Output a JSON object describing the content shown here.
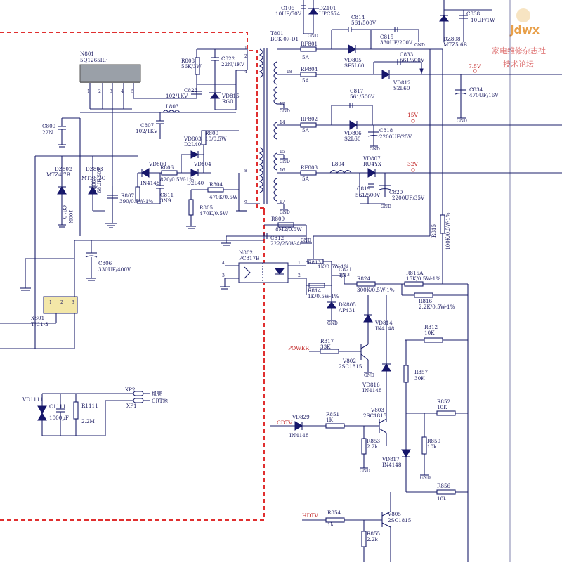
{
  "watermark": {
    "logo_text": "jdwx",
    "line1": "家电维修杂志社",
    "line2": "技术论坛"
  },
  "colors": {
    "wire": "#1b1f6b",
    "isolation": "#e02f2f",
    "net_label": "#c02020"
  },
  "ic": {
    "ref": "N801",
    "part": "5Q1265RF",
    "pins": [
      "1",
      "2",
      "3",
      "4",
      "5"
    ]
  },
  "transformer": {
    "ref": "T801",
    "part": "BCK-07-D1",
    "pins": [
      "1",
      "2",
      "4",
      "8",
      "9",
      "18",
      "12",
      "14",
      "15",
      "16",
      "17"
    ]
  },
  "top": {
    "c106": "C106",
    "c106_val": "10UF/50V",
    "dz101": "DZ101",
    "dz101_val": "UPC574",
    "c814": "C814",
    "c814_val": "561/500V",
    "c815": "C815",
    "c815_val": "330UF/200V",
    "c838": "C838",
    "c838_val": "10UF/1W",
    "dz808": "DZ808",
    "dz808_val": "MTZ5.6B"
  },
  "primary": {
    "r808": "R808",
    "r808_val": "56K/3W",
    "c822": "C822",
    "c822_val": "22N/1KV",
    "c823": "C823",
    "c823_val": "102/1KV",
    "vd815": "VD815",
    "vd815_val": "RG0",
    "l803": "L803",
    "c807": "C807",
    "c807_val": "102/1KV",
    "c809": "C809",
    "c809_val": "22N",
    "r800": "R800",
    "r800_val": "10/0.5W",
    "vd803": "VD803",
    "vd803_val": "D2L40",
    "vd800": "VD800",
    "vd800_val": "IN4148",
    "r806": "R806",
    "r806_val": "820/0.5W-1%",
    "vd804": "VD804",
    "vd804_val": "D2L40",
    "dz802": "DZ802",
    "dz802_val": "MTZ4.7B",
    "dz803": "DZ803",
    "dz803_val": "MTZ8.2C",
    "c808": "C808",
    "c808_val": "68UF/50V",
    "r807": "R807",
    "r807_val": "390/0.5W-1%",
    "c811": "C811",
    "c811_val": "3N9",
    "c810": "C810",
    "c810_val": "100N",
    "r804": "R804",
    "r804_val": "470K/0.5W",
    "r805": "R805",
    "r805_val": "470K/0.5W",
    "r809": "R809",
    "r809_val": "8M2/0.5W",
    "c812": "C812",
    "c812_val": "222/250V-AC",
    "c806": "C806",
    "c806_val": "330UF/400V",
    "xs01": "XS01",
    "xs01_val": "TJC1-3",
    "xs01_pins": [
      "1",
      "2",
      "3"
    ]
  },
  "secondary": {
    "rf801": "RF801",
    "rf801_val": "5A",
    "vd805": "VD805",
    "vd805_val": "SF5L60",
    "c833": "C833",
    "c833_val": "561/500V",
    "rf804": "RF804",
    "rf804_val": "5A",
    "vd812": "VD812",
    "vd812_val": "S2L60",
    "v7_5": "7.5V",
    "c834": "C834",
    "c834_val": "470UF/16V",
    "c817": "C817",
    "c817_val": "561/500V",
    "rf802": "RF802",
    "rf802_val": "5A",
    "vd806": "VD806",
    "vd806_val": "S2L60",
    "c818": "C818",
    "c818_val": "2200UF/25V",
    "v15": "15V",
    "vd807": "VD807",
    "vd807_val": "RU4YX",
    "rf803": "RF803",
    "rf803_val": "5A",
    "l804": "L804",
    "v32": "32V",
    "c819": "C819",
    "c819_val": "561/500V",
    "c820": "C820",
    "c820_val": "2200UF/35V",
    "r815": "R815",
    "r815_val": "100K/0.5W-1%"
  },
  "feedback": {
    "n802": "N802",
    "n802_val": "PC817B",
    "r813": "R813",
    "r813_val": "1K/0.5W-1%",
    "r814": "R814",
    "r814_val": "1K/0.5W-1%",
    "c821": "C821",
    "c821_val": "1N",
    "r824": "R824",
    "r824_val": "300K/0.5W-1%",
    "r815a": "R815A",
    "r815a_val": "15K/0.5W-1%",
    "r816": "R816",
    "r816_val": "2.2K/0.5W-1%",
    "dk805": "DK805",
    "dk805_val": "AP431",
    "vd814": "VD814",
    "vd814_val": "IN4148",
    "r812": "R812",
    "r812_val": "10K",
    "power": "POWER",
    "r817": "R817",
    "r817_val": "33K",
    "v802": "V802",
    "v802_val": "2SC1815",
    "vd816": "VD816",
    "vd816_val": "IN4148",
    "r857": "R857",
    "r857_val": "30K",
    "cdtv": "CDTV",
    "vd829": "VD829",
    "vd829_val": "IN4148",
    "r851": "R851",
    "r851_val": "1K",
    "v803": "V803",
    "v803_val": "2SC1815",
    "r852": "R852",
    "r852_val": "10K",
    "r853": "R853",
    "r853_val": "2.2k",
    "r850": "R850",
    "r850_val": "10k",
    "vd817": "VD817",
    "vd817_val": "IN4148",
    "r856": "R856",
    "r856_val": "10k",
    "hdtv": "HDTV",
    "r854": "R854",
    "r854_val": "1k",
    "v805": "V805",
    "v805_val": "2SC1815",
    "r855": "R855",
    "r855_val": "2.2k"
  },
  "chassis": {
    "vd1111": "VD1111",
    "c1111": "C1111",
    "c1111_val": "1000pF",
    "r1111": "R1111",
    "r1111_val": "2.2M",
    "xp2": "XP2",
    "xp1": "XP1",
    "jike": "机壳",
    "crt": "CRT地"
  },
  "pin_labels": {
    "p4": "4",
    "p3": "3",
    "p1": "1",
    "p2": "2",
    "p3b": "3"
  },
  "gnd": "GND"
}
